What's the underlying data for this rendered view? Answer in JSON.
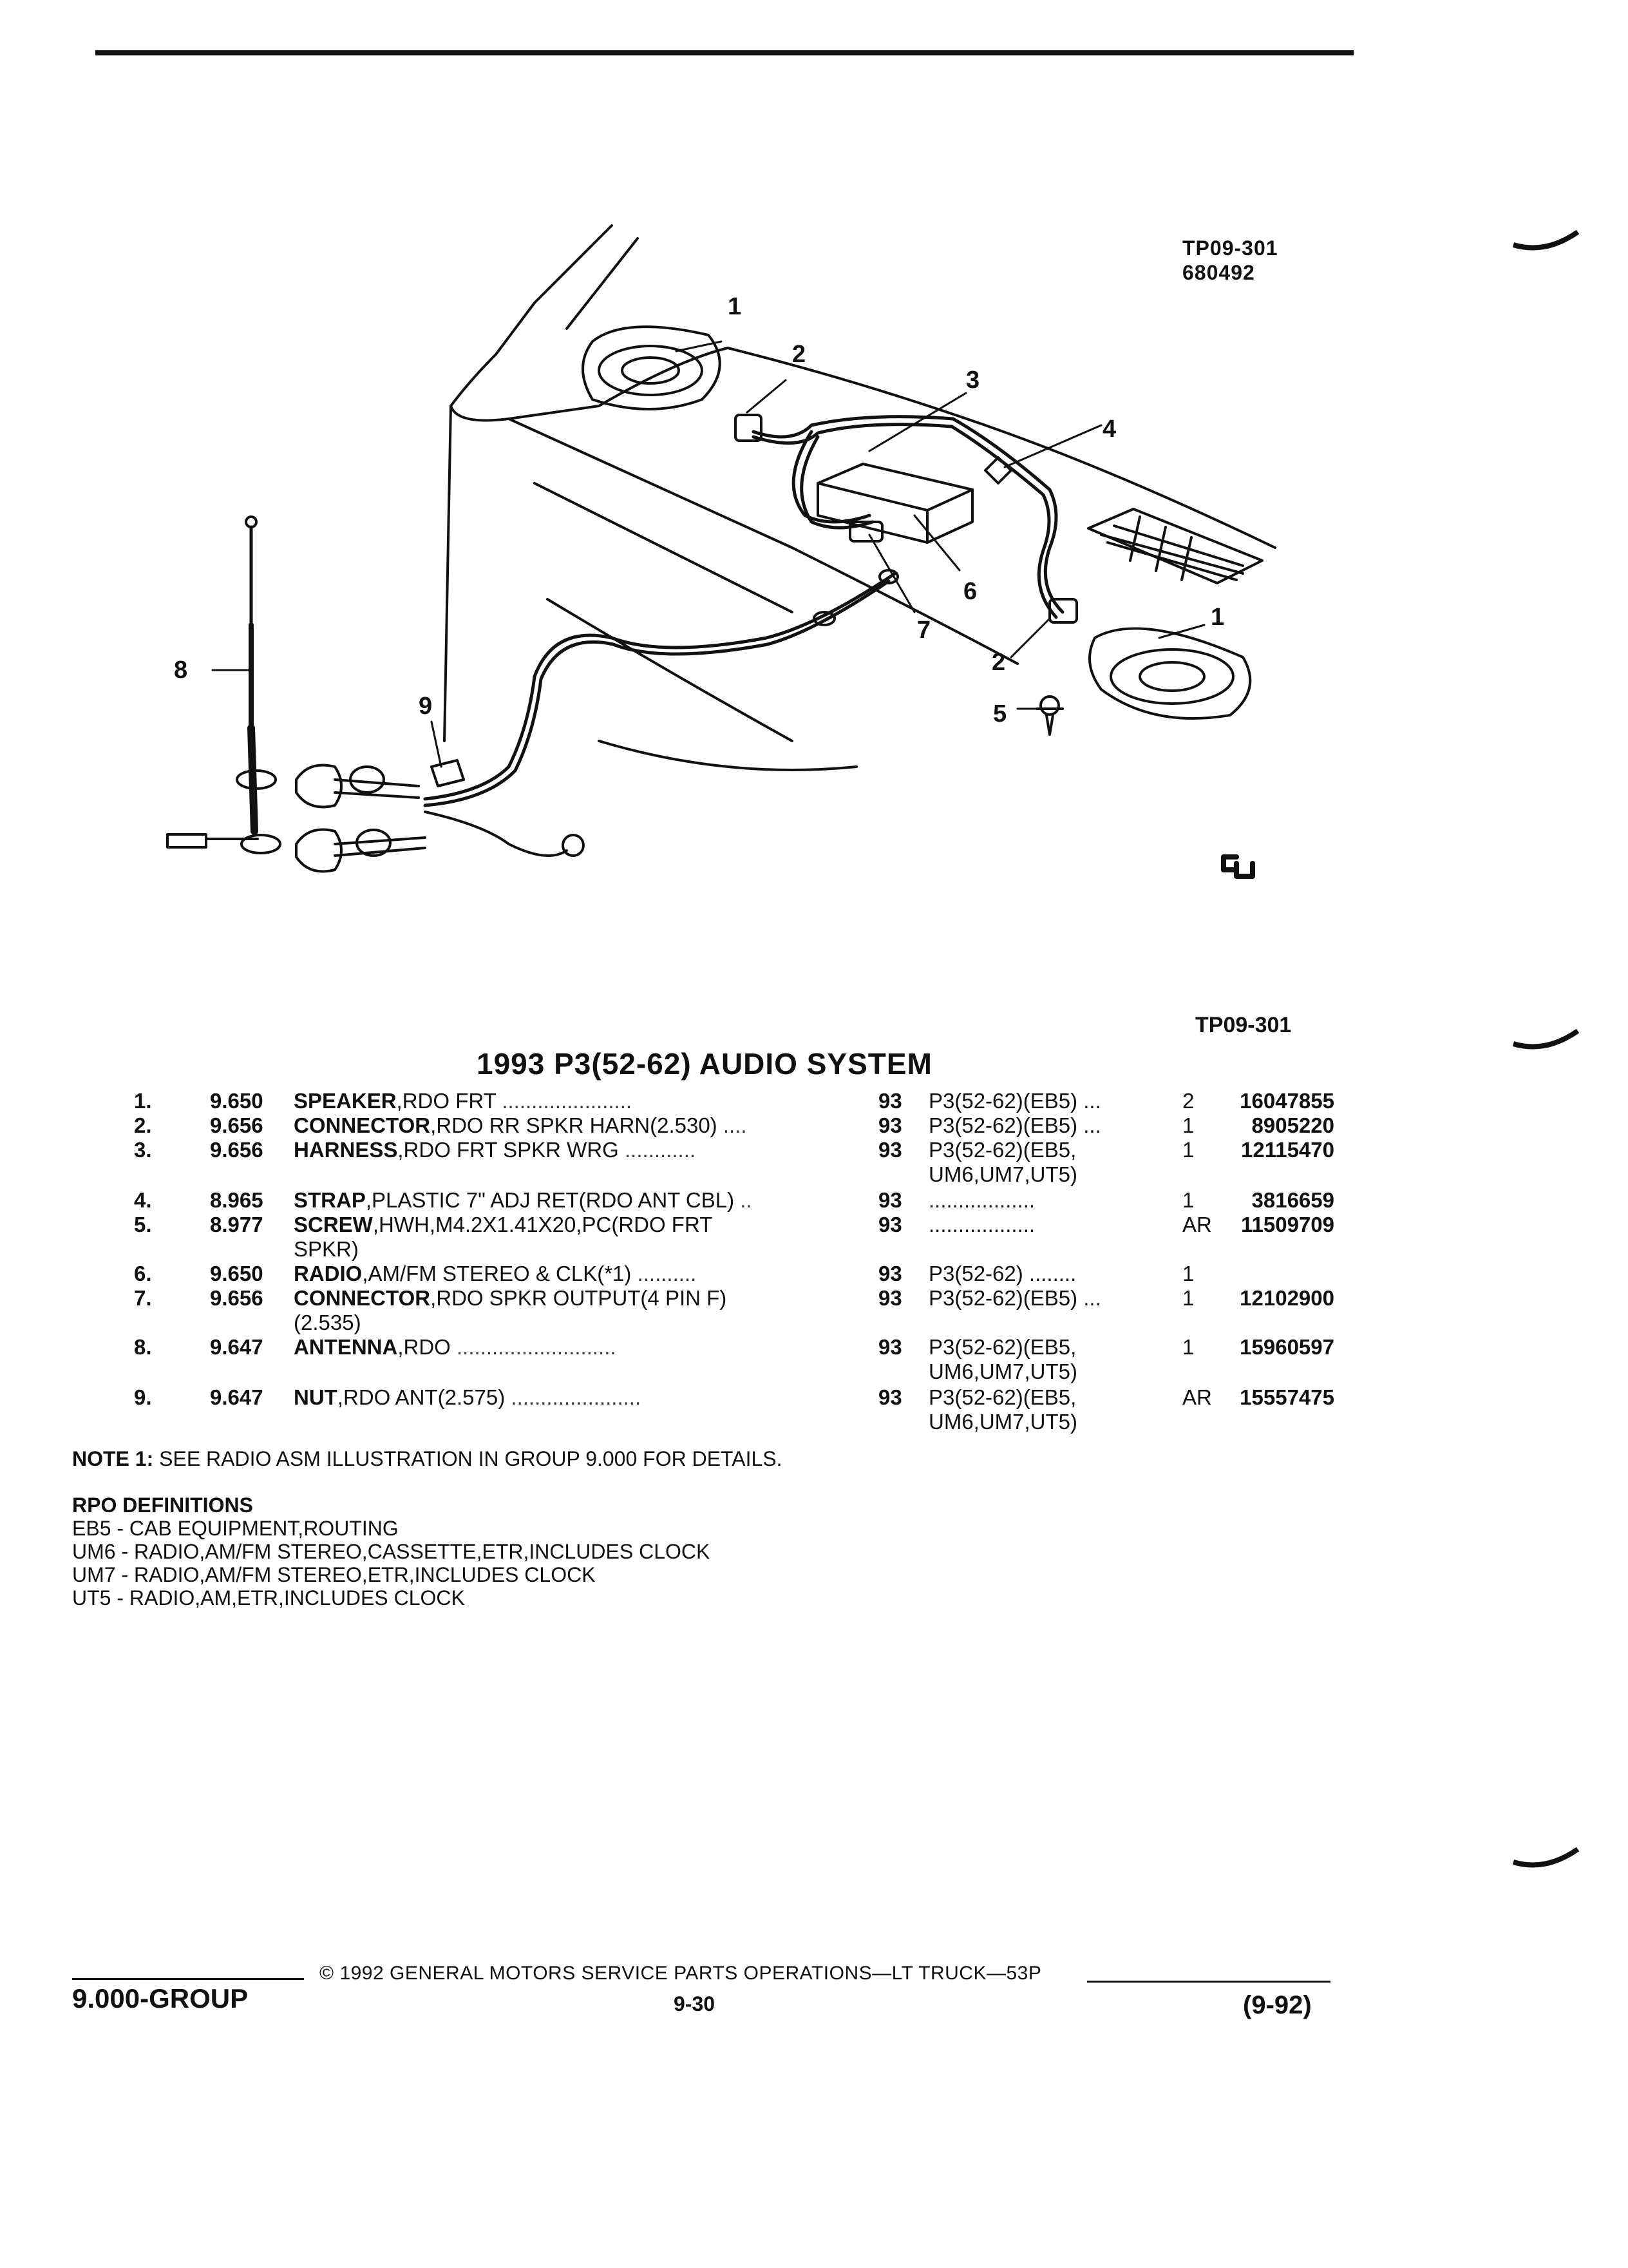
{
  "illustration": {
    "id_line1": "TP09-301",
    "id_line2": "680492",
    "ref_label": "TP09-301",
    "callouts": [
      "1",
      "2",
      "3",
      "4",
      "5",
      "6",
      "7",
      "8",
      "9"
    ]
  },
  "section_title": "1993 P3(52-62) AUDIO SYSTEM",
  "parts": [
    {
      "num": "1.",
      "group": "9.650",
      "name": "SPEAKER",
      "desc": ",RDO FRT",
      "dots": "......................",
      "year": "93",
      "app": [
        "P3(52-62)(EB5) ..."
      ],
      "qty": "2",
      "pn": "16047855"
    },
    {
      "num": "2.",
      "group": "9.656",
      "name": "CONNECTOR",
      "desc": ",RDO RR SPKR HARN(2.530)",
      "dots": "....",
      "year": "93",
      "app": [
        "P3(52-62)(EB5) ..."
      ],
      "qty": "1",
      "pn": "8905220"
    },
    {
      "num": "3.",
      "group": "9.656",
      "name": "HARNESS",
      "desc": ",RDO FRT SPKR WRG",
      "dots": "............",
      "year": "93",
      "app": [
        "P3(52-62)(EB5,",
        "UM6,UM7,UT5)"
      ],
      "qty": "1",
      "pn": "12115470"
    },
    {
      "num": "4.",
      "group": "8.965",
      "name": "STRAP",
      "desc": ",PLASTIC 7\" ADJ RET(RDO ANT CBL)",
      "dots": "..",
      "year": "93",
      "app": [
        ".................."
      ],
      "qty": "1",
      "pn": "3816659"
    },
    {
      "num": "5.",
      "group": "8.977",
      "name": "SCREW",
      "desc": ",HWH,M4.2X1.41X20,PC(RDO FRT",
      "desc2": "SPKR)",
      "dots": "",
      "year": "93",
      "app": [
        ".................."
      ],
      "qty": "AR",
      "pn": "11509709"
    },
    {
      "num": "6.",
      "group": "9.650",
      "name": "RADIO",
      "desc": ",AM/FM STEREO & CLK(*1)",
      "dots": "..........",
      "year": "93",
      "app": [
        "P3(52-62) ........"
      ],
      "qty": "1",
      "pn": ""
    },
    {
      "num": "7.",
      "group": "9.656",
      "name": "CONNECTOR",
      "desc": ",RDO SPKR OUTPUT(4 PIN F)",
      "desc2": "(2.535)",
      "dots": "",
      "year": "93",
      "app": [
        "P3(52-62)(EB5) ..."
      ],
      "qty": "1",
      "pn": "12102900"
    },
    {
      "num": "8.",
      "group": "9.647",
      "name": "ANTENNA",
      "desc": ",RDO",
      "dots": "...........................",
      "year": "93",
      "app": [
        "P3(52-62)(EB5,",
        "UM6,UM7,UT5)"
      ],
      "qty": "1",
      "pn": "15960597"
    },
    {
      "num": "9.",
      "group": "9.647",
      "name": "NUT",
      "desc": ",RDO ANT(2.575)",
      "dots": "......................",
      "year": "93",
      "app": [
        "P3(52-62)(EB5,",
        "UM6,UM7,UT5)"
      ],
      "qty": "AR",
      "pn": "15557475"
    }
  ],
  "note": {
    "label": "NOTE 1:",
    "text": "SEE RADIO ASM ILLUSTRATION IN GROUP 9.000 FOR DETAILS."
  },
  "rpo": {
    "heading": "RPO DEFINITIONS",
    "items": [
      "EB5 - CAB EQUIPMENT,ROUTING",
      "UM6 - RADIO,AM/FM STEREO,CASSETTE,ETR,INCLUDES CLOCK",
      "UM7 - RADIO,AM/FM STEREO,ETR,INCLUDES CLOCK",
      "UT5 - RADIO,AM,ETR,INCLUDES CLOCK"
    ]
  },
  "footer": {
    "copyright": "© 1992 GENERAL MOTORS SERVICE PARTS OPERATIONS—LT TRUCK—53P",
    "group": "9.000-GROUP",
    "page": "9-30",
    "date": "(9-92)"
  }
}
